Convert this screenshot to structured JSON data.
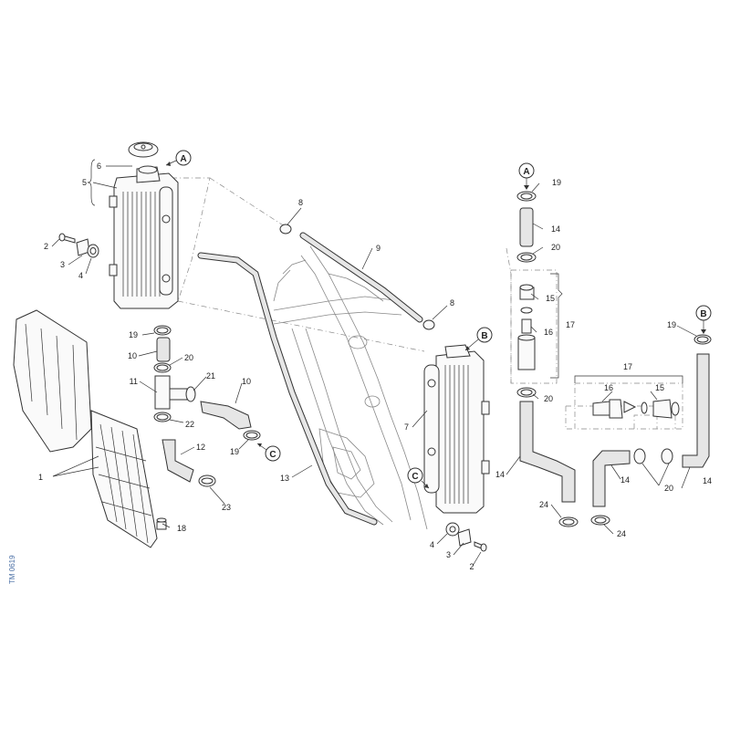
{
  "diagram": {
    "reference_code": "TM 0619",
    "part_numbers": [
      "1",
      "2",
      "3",
      "4",
      "5",
      "6",
      "7",
      "8",
      "9",
      "10",
      "11",
      "12",
      "13",
      "14",
      "15",
      "16",
      "17",
      "18",
      "19",
      "20",
      "21",
      "22",
      "23",
      "24"
    ],
    "connector_letters": [
      "A",
      "B",
      "C"
    ]
  }
}
